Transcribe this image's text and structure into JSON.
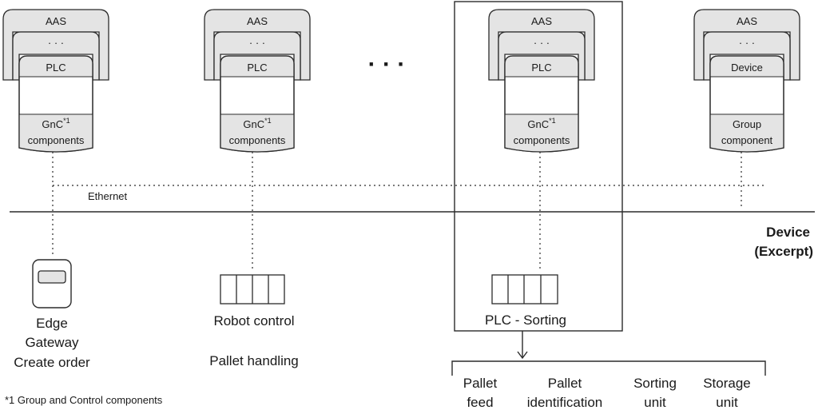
{
  "columns": [
    {
      "top": "AAS",
      "dots": "· · ·",
      "head": "PLC",
      "bottom_line1": "GnC",
      "bottom_sup": "*1",
      "bottom_line2": "components"
    },
    {
      "top": "AAS",
      "dots": "· · ·",
      "head": "PLC",
      "bottom_line1": "GnC",
      "bottom_sup": "*1",
      "bottom_line2": "components"
    },
    {
      "top": "AAS",
      "dots": "· · ·",
      "head": "PLC",
      "bottom_line1": "GnC",
      "bottom_sup": "*1",
      "bottom_line2": "components"
    },
    {
      "top": "AAS",
      "dots": "· · ·",
      "head": "Device",
      "bottom_line1": "Group",
      "bottom_sup": "",
      "bottom_line2": "component"
    }
  ],
  "ellipsis": "· · ·",
  "network_label": "Ethernet",
  "device_header": [
    "Device",
    "(Excerpt)"
  ],
  "devices": {
    "edge": [
      "Edge",
      "Gateway",
      "Create order"
    ],
    "robot": [
      "Robot control",
      "Pallet handling"
    ],
    "sorting": [
      "PLC - Sorting"
    ]
  },
  "sub_components": [
    [
      "Pallet",
      "feed"
    ],
    [
      "Pallet",
      "identification"
    ],
    [
      "Sorting",
      "unit"
    ],
    [
      "Storage",
      "unit"
    ]
  ],
  "footnote": "*1 Group and Control components",
  "colors": {
    "stack_fill": "#e4e4e4",
    "stroke": "#2b2b2b",
    "white": "#ffffff"
  }
}
